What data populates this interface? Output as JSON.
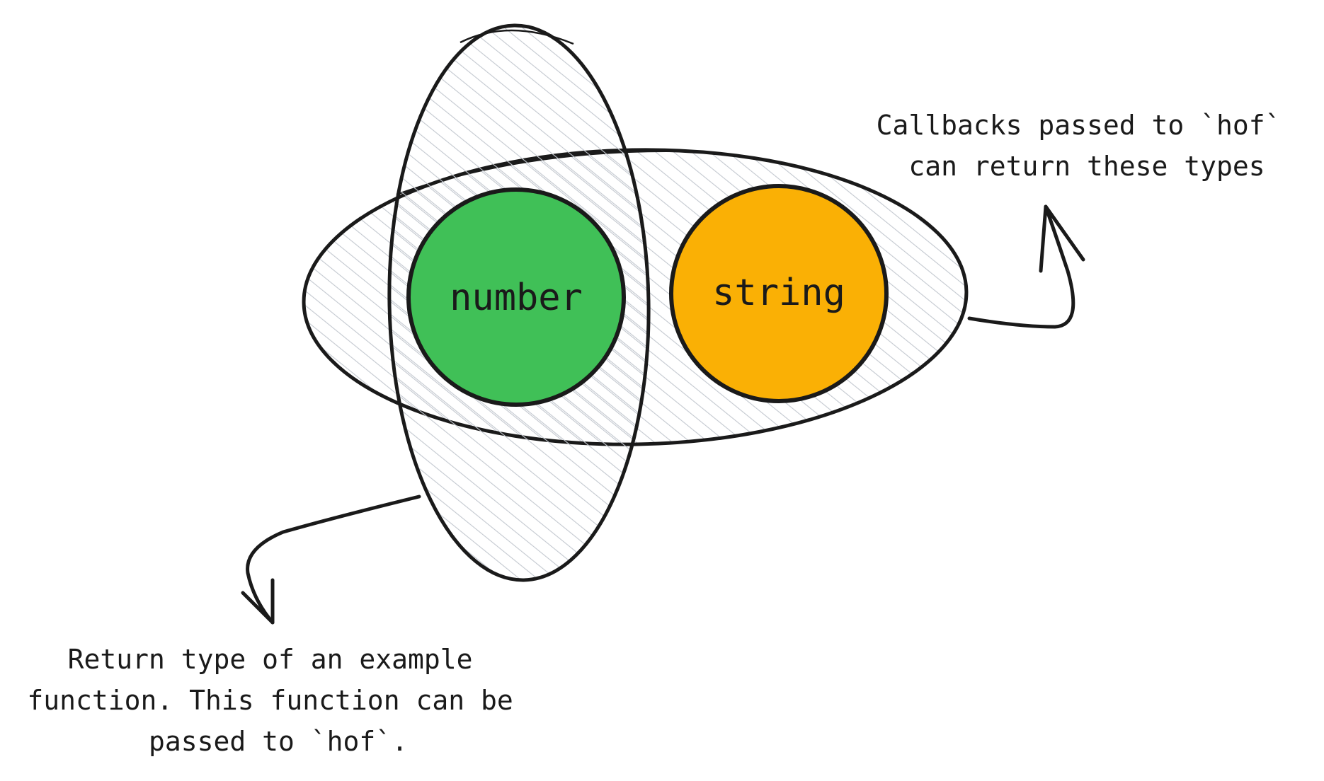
{
  "nodes": {
    "number": {
      "label": "number",
      "color": "#40c057"
    },
    "string": {
      "label": "string",
      "color": "#fab005"
    }
  },
  "annotations": {
    "callbacks": {
      "lines": [
        "Callbacks passed to `hof`",
        "can return these types"
      ]
    },
    "example": {
      "lines": [
        "Return type of an example",
        "function. This function can be",
        "passed to `hof`."
      ]
    }
  },
  "colors": {
    "stroke": "#1a1a1a",
    "hatch": "#c3c8cf",
    "background": "#ffffff"
  }
}
